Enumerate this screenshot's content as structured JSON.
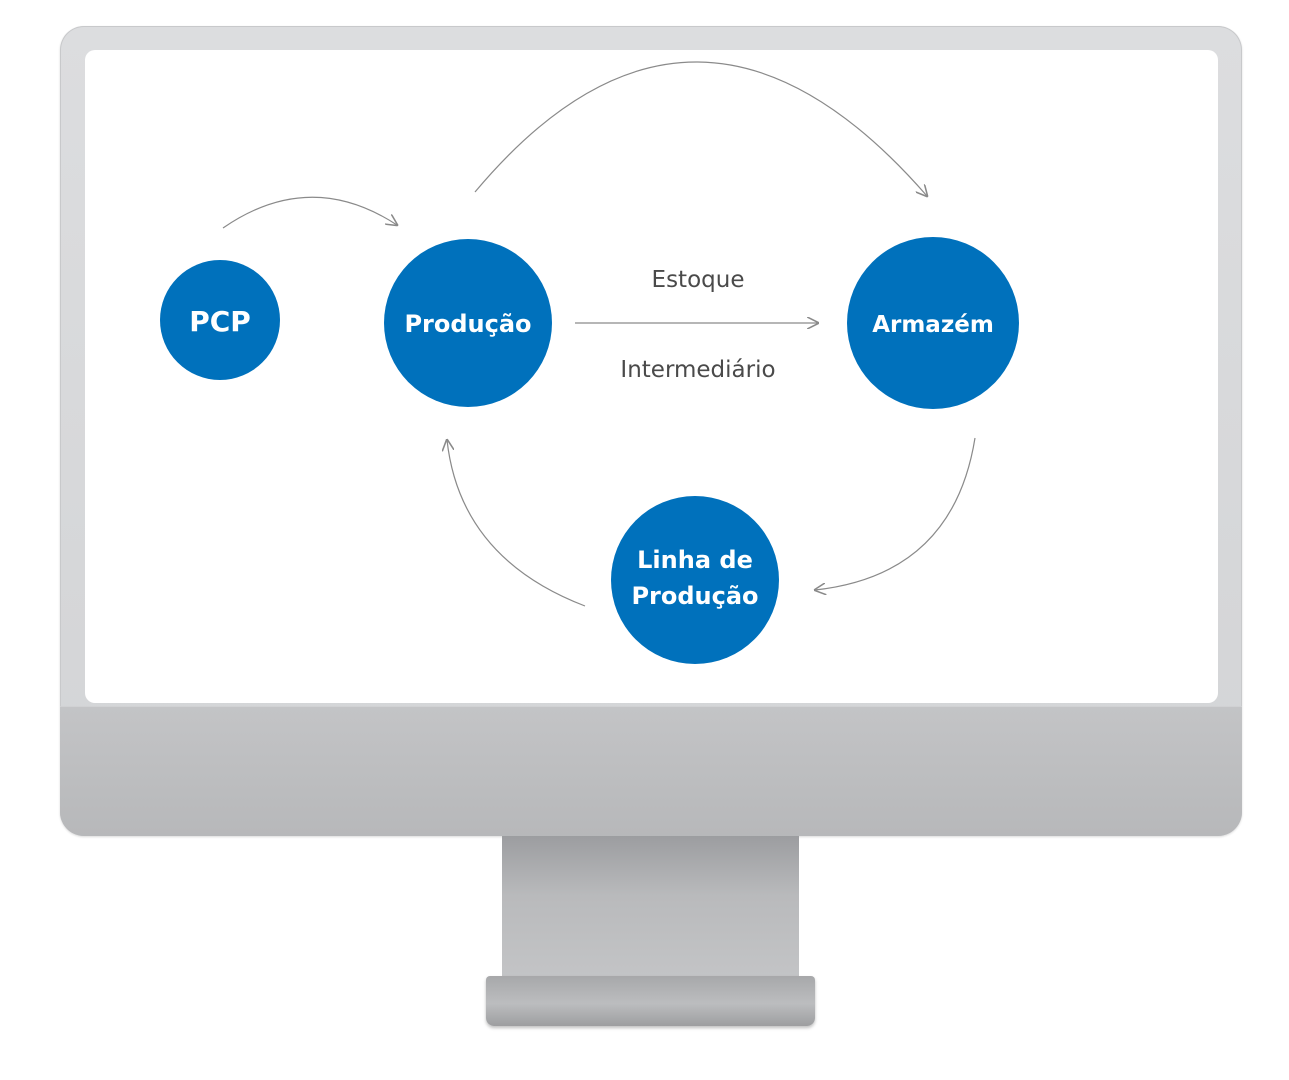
{
  "colors": {
    "node_fill": "#0071bc",
    "arrow_stroke": "#8a8a8a",
    "label_text": "#4a4a4a"
  },
  "nodes": {
    "pcp": {
      "label": "PCP"
    },
    "producao": {
      "label": "Produção"
    },
    "armazem": {
      "label": "Armazém"
    },
    "linha": {
      "line1": "Linha de",
      "line2": "Produção"
    }
  },
  "edge_labels": {
    "top": "Estoque",
    "bottom": "Intermediário"
  }
}
